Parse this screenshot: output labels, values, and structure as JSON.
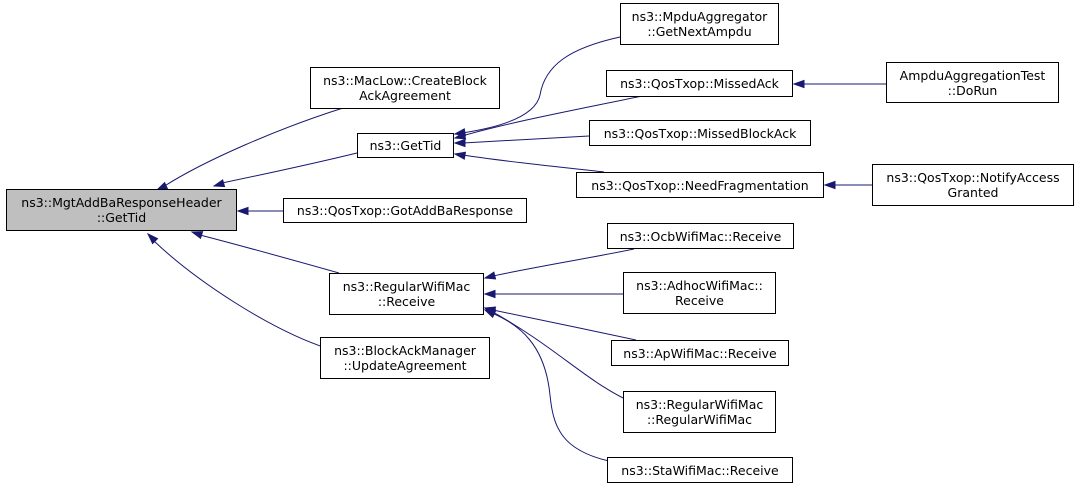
{
  "diagram": {
    "type": "call-graph",
    "colors": {
      "edge": "#191970",
      "root_fill": "#bfbfbf",
      "node_fill": "#ffffff",
      "border": "#000000"
    },
    "nodes": [
      {
        "id": "root",
        "lines": [
          "ns3::MgtAddBaResponseHeader",
          "::GetTid"
        ]
      },
      {
        "id": "createBlockAck",
        "lines": [
          "ns3::MacLow::CreateBlock",
          "AckAgreement"
        ]
      },
      {
        "id": "getTid",
        "lines": [
          "ns3::GetTid"
        ]
      },
      {
        "id": "gotAddBa",
        "lines": [
          "ns3::QosTxop::GotAddBaResponse"
        ]
      },
      {
        "id": "regularReceive",
        "lines": [
          "ns3::RegularWifiMac",
          "::Receive"
        ]
      },
      {
        "id": "updateAgreement",
        "lines": [
          "ns3::BlockAckManager",
          "::UpdateAgreement"
        ]
      },
      {
        "id": "mpduAggregator",
        "lines": [
          "ns3::MpduAggregator",
          "::GetNextAmpdu"
        ]
      },
      {
        "id": "missedAck",
        "lines": [
          "ns3::QosTxop::MissedAck"
        ]
      },
      {
        "id": "missedBlockAck",
        "lines": [
          "ns3::QosTxop::MissedBlockAck"
        ]
      },
      {
        "id": "needFrag",
        "lines": [
          "ns3::QosTxop::NeedFragmentation"
        ]
      },
      {
        "id": "ampduTest",
        "lines": [
          "AmpduAggregationTest",
          "::DoRun"
        ]
      },
      {
        "id": "notifyAccess",
        "lines": [
          "ns3::QosTxop::NotifyAccess",
          "Granted"
        ]
      },
      {
        "id": "ocbReceive",
        "lines": [
          "ns3::OcbWifiMac::Receive"
        ]
      },
      {
        "id": "adhocReceive",
        "lines": [
          "ns3::AdhocWifiMac::",
          "Receive"
        ]
      },
      {
        "id": "apReceive",
        "lines": [
          "ns3::ApWifiMac::Receive"
        ]
      },
      {
        "id": "regularCtor",
        "lines": [
          "ns3::RegularWifiMac",
          "::RegularWifiMac"
        ]
      },
      {
        "id": "staReceive",
        "lines": [
          "ns3::StaWifiMac::Receive"
        ]
      }
    ],
    "edges": [
      {
        "from": "createBlockAck",
        "to": "root"
      },
      {
        "from": "getTid",
        "to": "root"
      },
      {
        "from": "gotAddBa",
        "to": "root"
      },
      {
        "from": "regularReceive",
        "to": "root"
      },
      {
        "from": "updateAgreement",
        "to": "root"
      },
      {
        "from": "mpduAggregator",
        "to": "getTid"
      },
      {
        "from": "missedAck",
        "to": "getTid"
      },
      {
        "from": "missedBlockAck",
        "to": "getTid"
      },
      {
        "from": "needFrag",
        "to": "getTid"
      },
      {
        "from": "ampduTest",
        "to": "missedAck"
      },
      {
        "from": "notifyAccess",
        "to": "needFrag"
      },
      {
        "from": "ocbReceive",
        "to": "regularReceive"
      },
      {
        "from": "adhocReceive",
        "to": "regularReceive"
      },
      {
        "from": "apReceive",
        "to": "regularReceive"
      },
      {
        "from": "regularCtor",
        "to": "regularReceive"
      },
      {
        "from": "staReceive",
        "to": "regularReceive"
      }
    ]
  }
}
